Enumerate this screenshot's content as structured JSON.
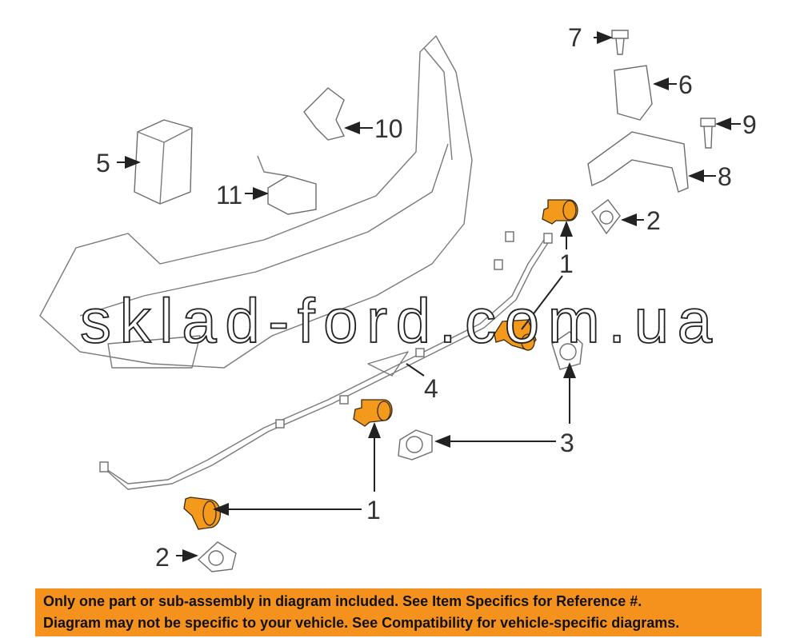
{
  "callouts": {
    "c1a": "1",
    "c1b": "1",
    "c2a": "2",
    "c2b": "2",
    "c3": "3",
    "c4": "4",
    "c5": "5",
    "c6": "6",
    "c7": "7",
    "c8": "8",
    "c9": "9",
    "c10": "10",
    "c11": "11"
  },
  "watermark": "sklad-ford.com.ua",
  "banner": {
    "line1": "Only one part or sub-assembly in diagram included. See Item Specifics for Reference #.",
    "line2": "Diagram may not be specific to your vehicle. See Compatibility for vehicle-specific diagrams."
  },
  "colors": {
    "sensor": "#f39a1c",
    "banner": "#f5921e"
  }
}
